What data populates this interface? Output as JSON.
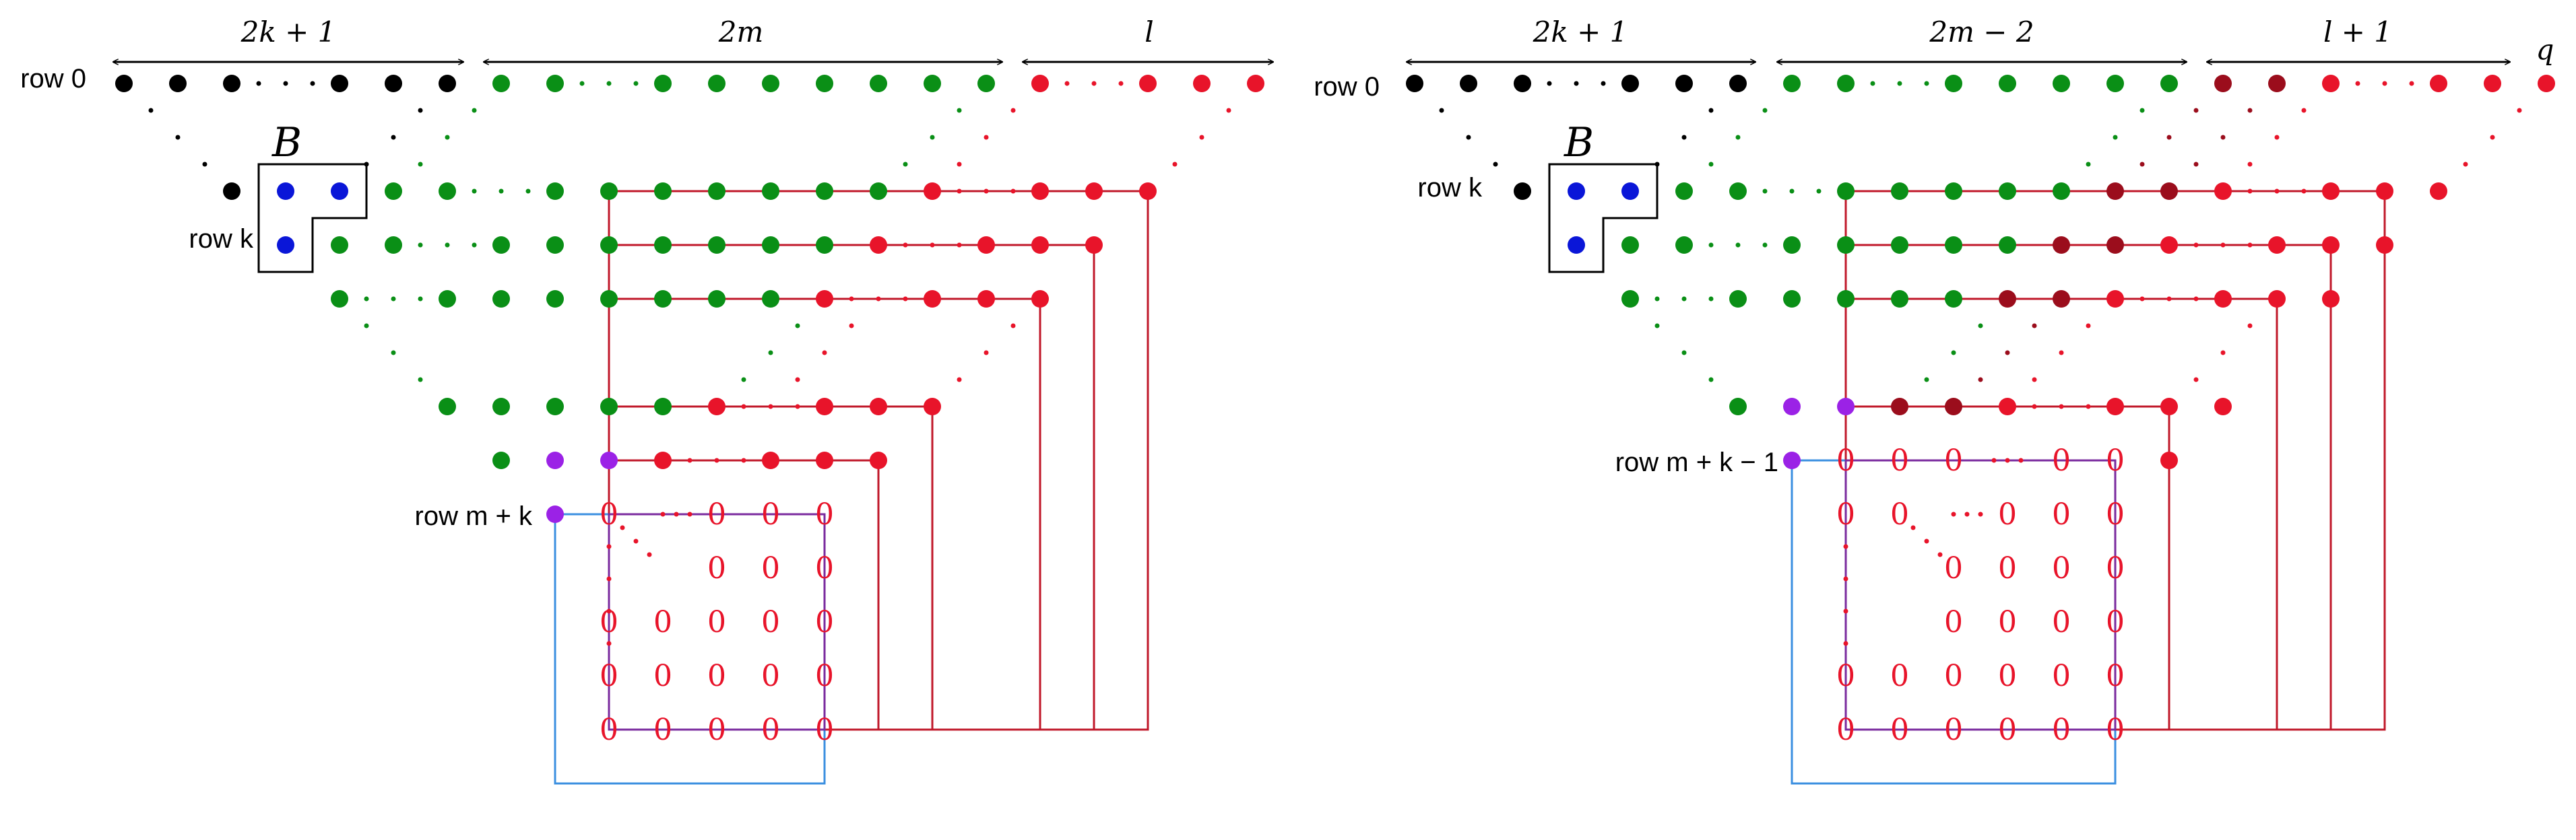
{
  "colors": {
    "black": "#000000",
    "green": "#0a8f16",
    "red": "#e8142a",
    "darkred": "#9b0d1c",
    "blue": "#0a16d8",
    "purple": "#9b22e6",
    "frame_red": "#c0182a",
    "frame_blue": "#3b8fe0",
    "frame_purple": "#7a2a9e"
  },
  "left": {
    "brace_labels": [
      "2k + 1",
      "2m",
      "l"
    ],
    "row_labels": {
      "row0": "row 0",
      "rowk": "row k",
      "rowmk": "row m + k"
    },
    "block_label": "B",
    "zero": "0"
  },
  "right": {
    "brace_labels": [
      "2k + 1",
      "2m − 2",
      "l + 1",
      "q"
    ],
    "row_labels": {
      "row0": "row 0",
      "rowk": "row k",
      "rowmk": "row m + k − 1"
    },
    "block_label": "B",
    "zero": "0"
  }
}
